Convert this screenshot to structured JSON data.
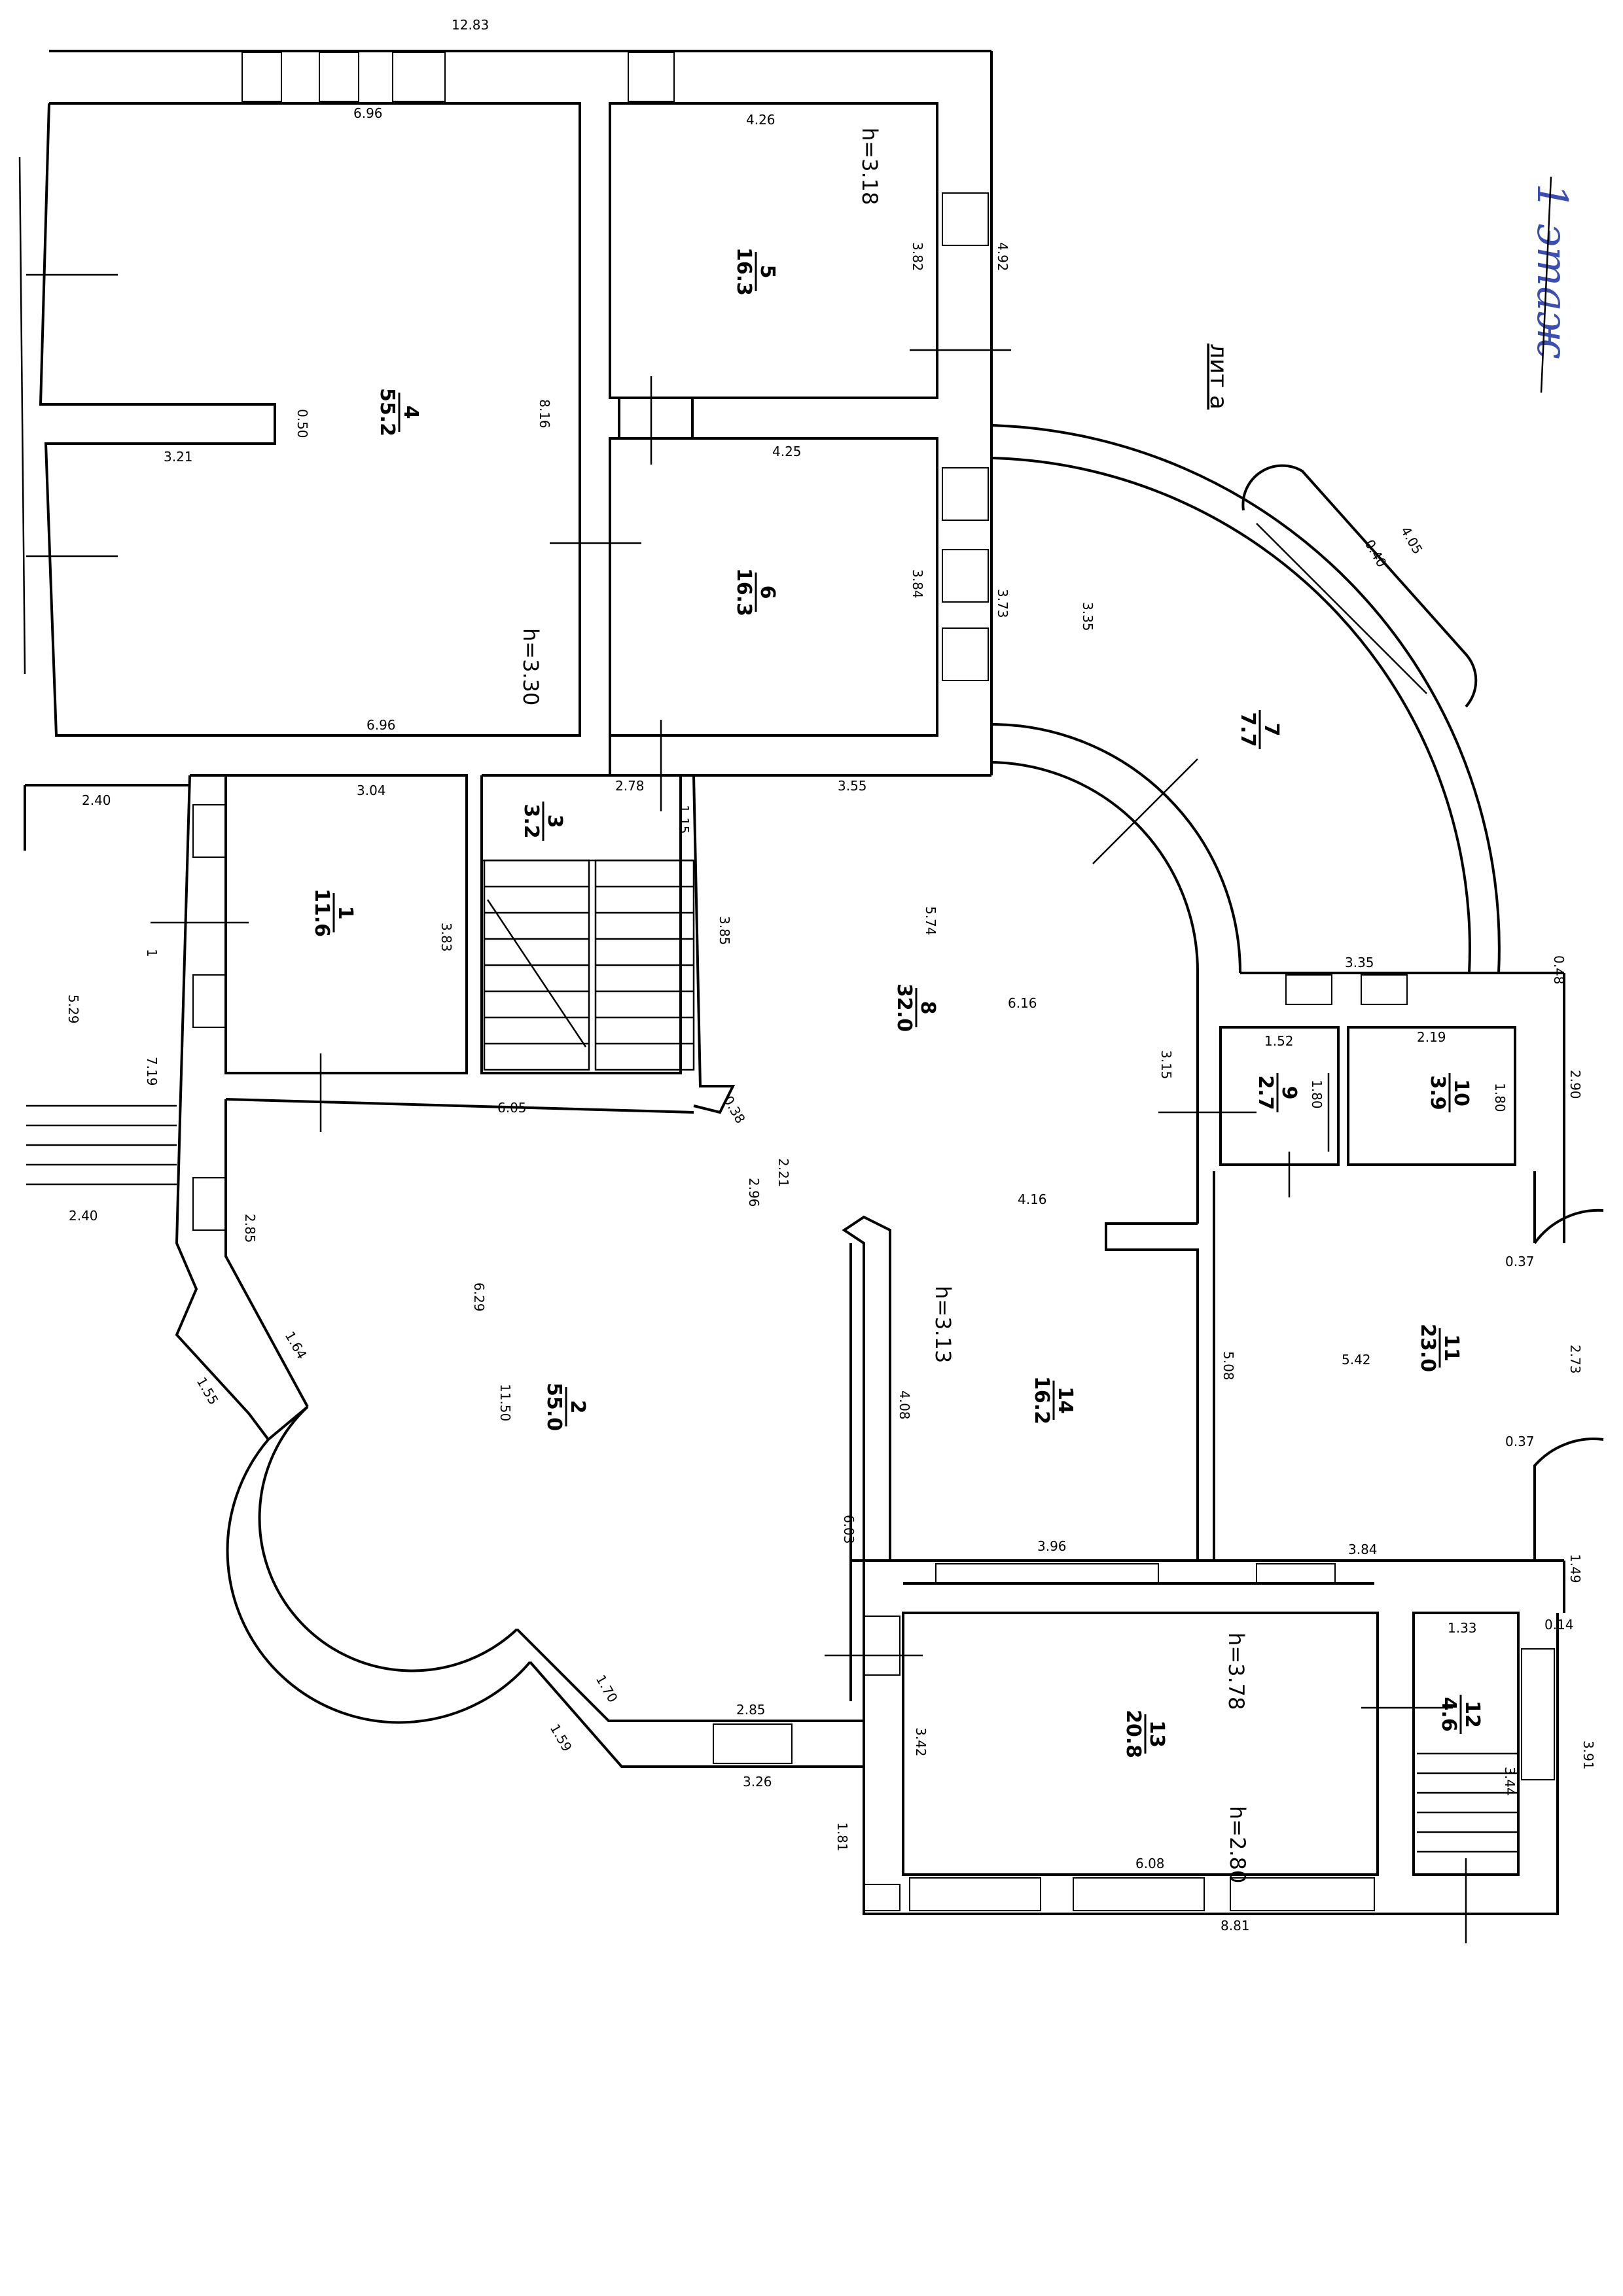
{
  "plan": {
    "letter_label": "лит а",
    "handwritten_note": "1 этаж",
    "rooms": [
      {
        "num": "1",
        "area": "11.6"
      },
      {
        "num": "2",
        "area": "55.0"
      },
      {
        "num": "3",
        "area": "3.2"
      },
      {
        "num": "4",
        "area": "55.2"
      },
      {
        "num": "5",
        "area": "16.3"
      },
      {
        "num": "6",
        "area": "16.3"
      },
      {
        "num": "7",
        "area": "7.7"
      },
      {
        "num": "8",
        "area": "32.0"
      },
      {
        "num": "9",
        "area": "2.7"
      },
      {
        "num": "10",
        "area": "3.9"
      },
      {
        "num": "11",
        "area": "23.0"
      },
      {
        "num": "12",
        "area": "4.6"
      },
      {
        "num": "13",
        "area": "20.8"
      },
      {
        "num": "14",
        "area": "16.2"
      }
    ],
    "heights": [
      "h=3.18",
      "h=3.30",
      "h=3.13",
      "h=3.78",
      "h=2.80"
    ],
    "dims": [
      "12.83",
      "6.96",
      "4.26",
      "3.82",
      "4.92",
      "8.16",
      "0.50",
      "3.21",
      "6.96",
      "4.25",
      "3.84",
      "3.73",
      "3.35",
      "4.05",
      "0.40",
      "2.40",
      "3.04",
      "2.78",
      "1.15",
      "3.55",
      "5.74",
      "3.85",
      "3.83",
      "1",
      "5.29",
      "7.19",
      "6.05",
      "0.38",
      "6.16",
      "3.15",
      "3.35",
      "0.48",
      "1.52",
      "1.80",
      "2.19",
      "1.80",
      "2.90",
      "2.40",
      "2.21",
      "2.96",
      "4.16",
      "2.85",
      "6.29",
      "1.64",
      "1.55",
      "11.50",
      "4.08",
      "5.08",
      "5.42",
      "0.37",
      "2.73",
      "0.37",
      "6.03",
      "3.96",
      "3.84",
      "1.49",
      "0.14",
      "1.33",
      "3.91",
      "3.44",
      "1.70",
      "2.85",
      "1.59",
      "3.26",
      "3.42",
      "1.81",
      "6.08",
      "8.81"
    ]
  }
}
